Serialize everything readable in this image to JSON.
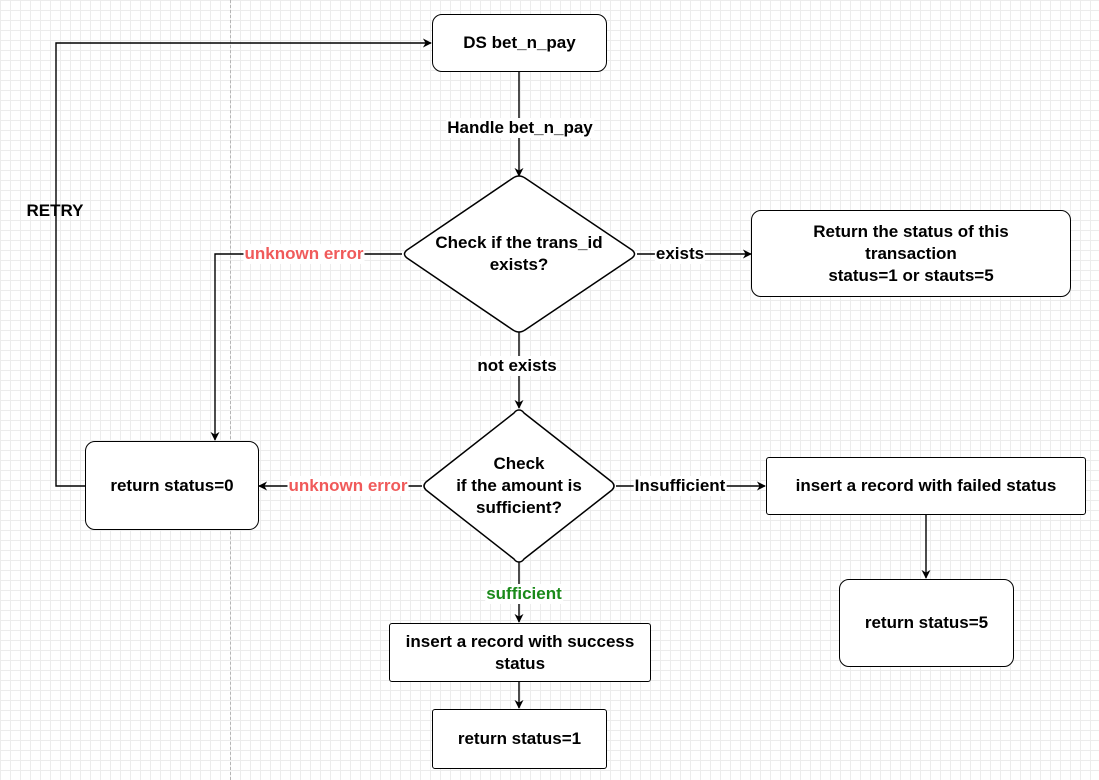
{
  "colors": {
    "error": "#f05a5a",
    "success": "#1a8a1a",
    "line": "#000000"
  },
  "nodes": {
    "start": "DS bet_n_pay",
    "check_trans_id": "Check if the trans_id\nexists?",
    "return_existing_status": "Return the status of this\ntransaction\nstatus=1 or stauts=5",
    "check_amount": "Check\nif the amount is\nsufficient?",
    "return_status_0": "return status=0",
    "insert_failed": "insert a record with failed status",
    "return_status_5": "return status=5",
    "insert_success": "insert a record with success\nstatus",
    "return_status_1": "return status=1"
  },
  "edge_labels": {
    "handle": "Handle bet_n_pay",
    "exists": "exists",
    "not_exists": "not exists",
    "unknown_error_1": "unknown error",
    "unknown_error_2": "unknown error",
    "insufficient": "Insufficient",
    "sufficient": "sufficient",
    "retry": "RETRY"
  }
}
